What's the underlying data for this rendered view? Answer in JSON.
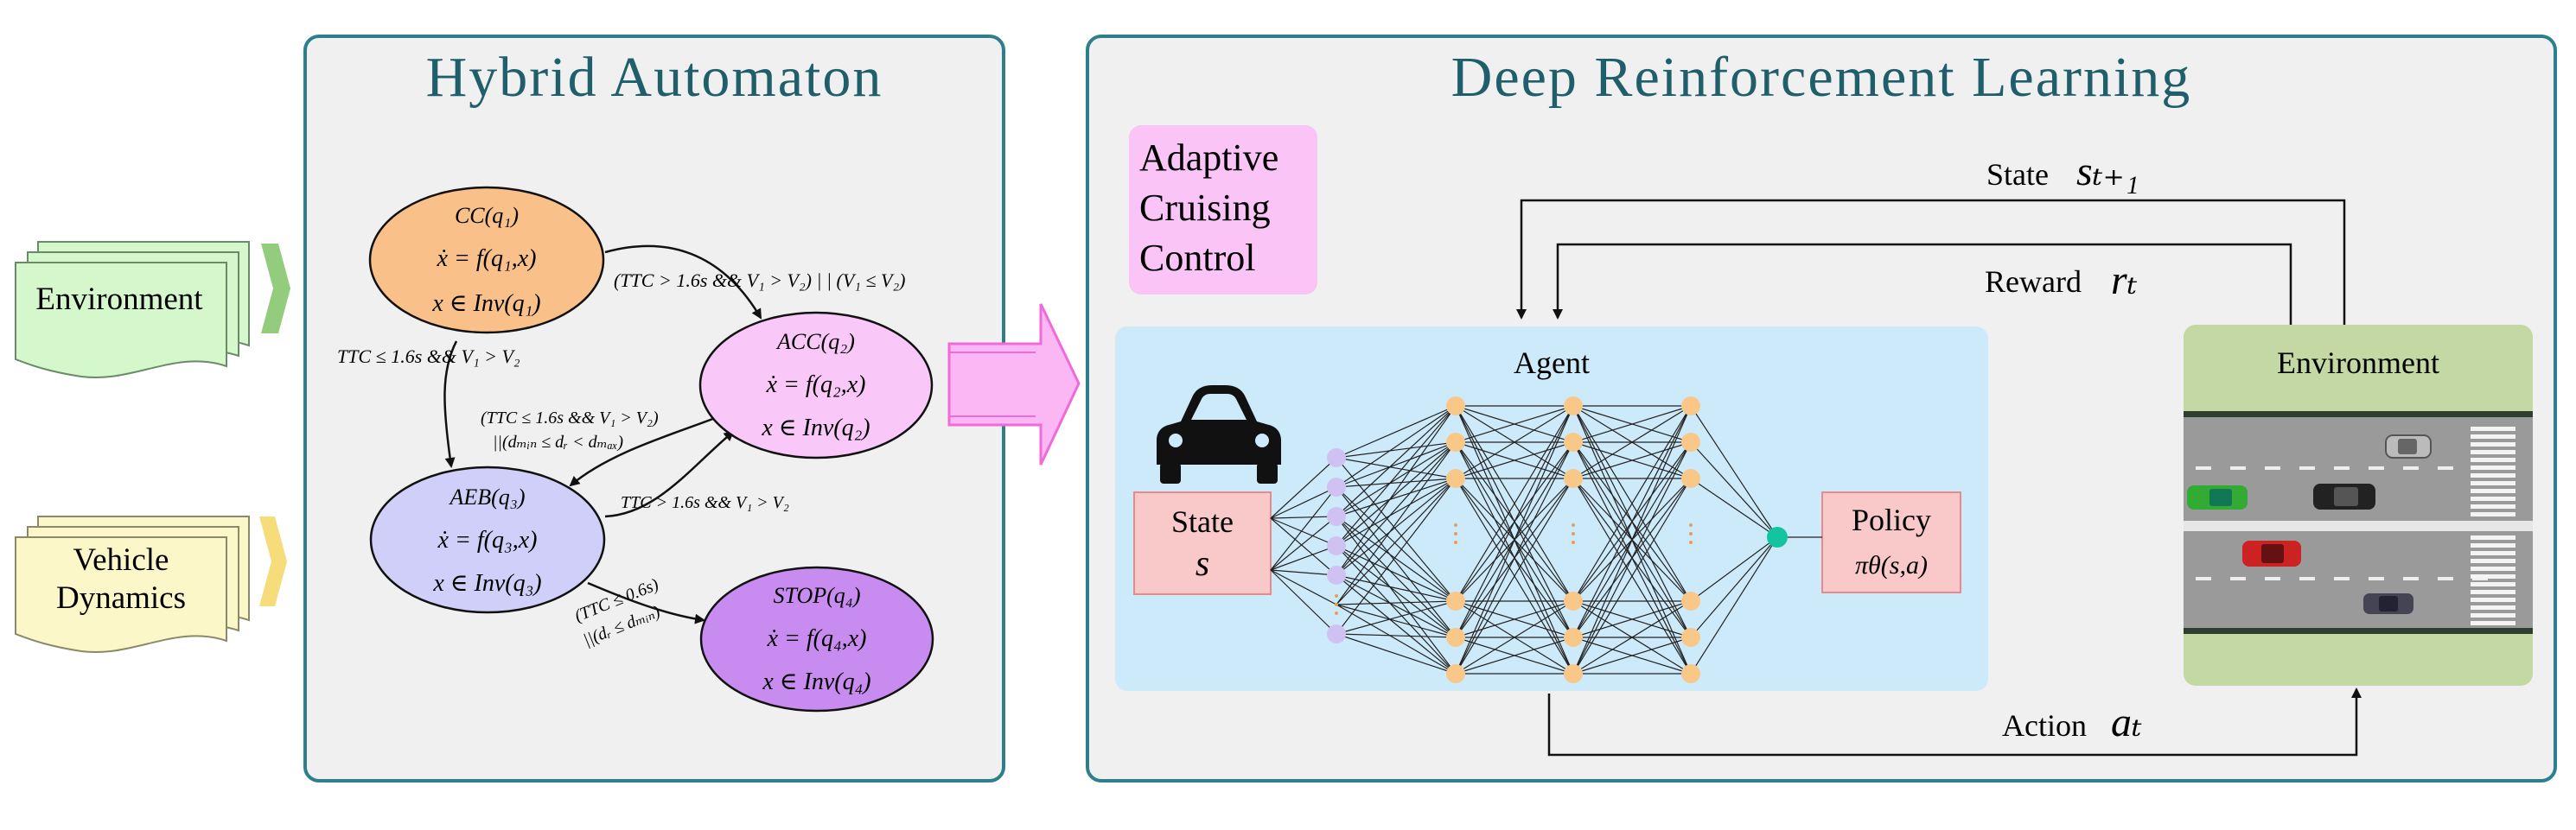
{
  "inputs": {
    "environment": "Environment",
    "vehicle_line1": "Vehicle",
    "vehicle_line2": "Dynamics"
  },
  "hybrid": {
    "title": "Hybrid Automaton",
    "states": {
      "cc": {
        "name": "CC(q₁)",
        "eq": "ẋ = f(q₁,x)",
        "inv": "x ∈ Inv(q₁)"
      },
      "acc": {
        "name": "ACC(q₂)",
        "eq": "ẋ = f(q₂,x)",
        "inv": "x ∈ Inv(q₂)"
      },
      "aeb": {
        "name": "AEB(q₃)",
        "eq": "ẋ = f(q₃,x)",
        "inv": "x ∈ Inv(q₃)"
      },
      "stop": {
        "name": "STOP(q₄)",
        "eq": "ẋ = f(q₄,x)",
        "inv": "x ∈ Inv(q₄)"
      }
    },
    "transitions": {
      "cc_to_acc": "(TTC > 1.6s && V₁ > V₂) | | (V₁ ≤ V₂)",
      "cc_to_aeb": "TTC ≤ 1.6s && V₁ > V₂",
      "acc_to_aeb_1": "(TTC ≤ 1.6s && V₁ > V₂)",
      "acc_to_aeb_2": "||(dₘᵢₙ ≤ dᵣ < dₘₐₓ)",
      "aeb_to_acc": "TTC > 1.6s && V₁ > V₂",
      "aeb_to_stop_1": "(TTC ≤ 0.6s)",
      "aeb_to_stop_2": "||(dᵣ ≤ dₘᵢₙ)"
    }
  },
  "drl": {
    "title": "Deep Reinforcement Learning",
    "acc_box": [
      "Adaptive",
      "Cruising",
      "Control"
    ],
    "agent_label": "Agent",
    "state_box": {
      "label": "State",
      "symbol": "s"
    },
    "policy_box": {
      "label": "Policy",
      "symbol": "πθ(s,a)"
    },
    "environment_label": "Environment",
    "feedback": {
      "state": {
        "label": "State",
        "symbol": "sₜ₊₁"
      },
      "reward": {
        "label": "Reward",
        "symbol": "rₜ"
      },
      "action": {
        "label": "Action",
        "symbol": "aₜ"
      }
    }
  },
  "colors": {
    "panel_border": "#2d7f8c",
    "title": "#1f5f6b",
    "cc": "#f9c08a",
    "acc": "#f9c8f9",
    "aeb": "#cfcff9",
    "stop": "#c88cf0",
    "agent_bg": "#cdeafa",
    "input_node": "#cfc2f2",
    "hidden_node": "#f9c888",
    "output_node": "#12c4a2",
    "state_box": "#f9c8c8",
    "env_box": "#c3d8a2",
    "acc_box": "#fac4f7"
  }
}
